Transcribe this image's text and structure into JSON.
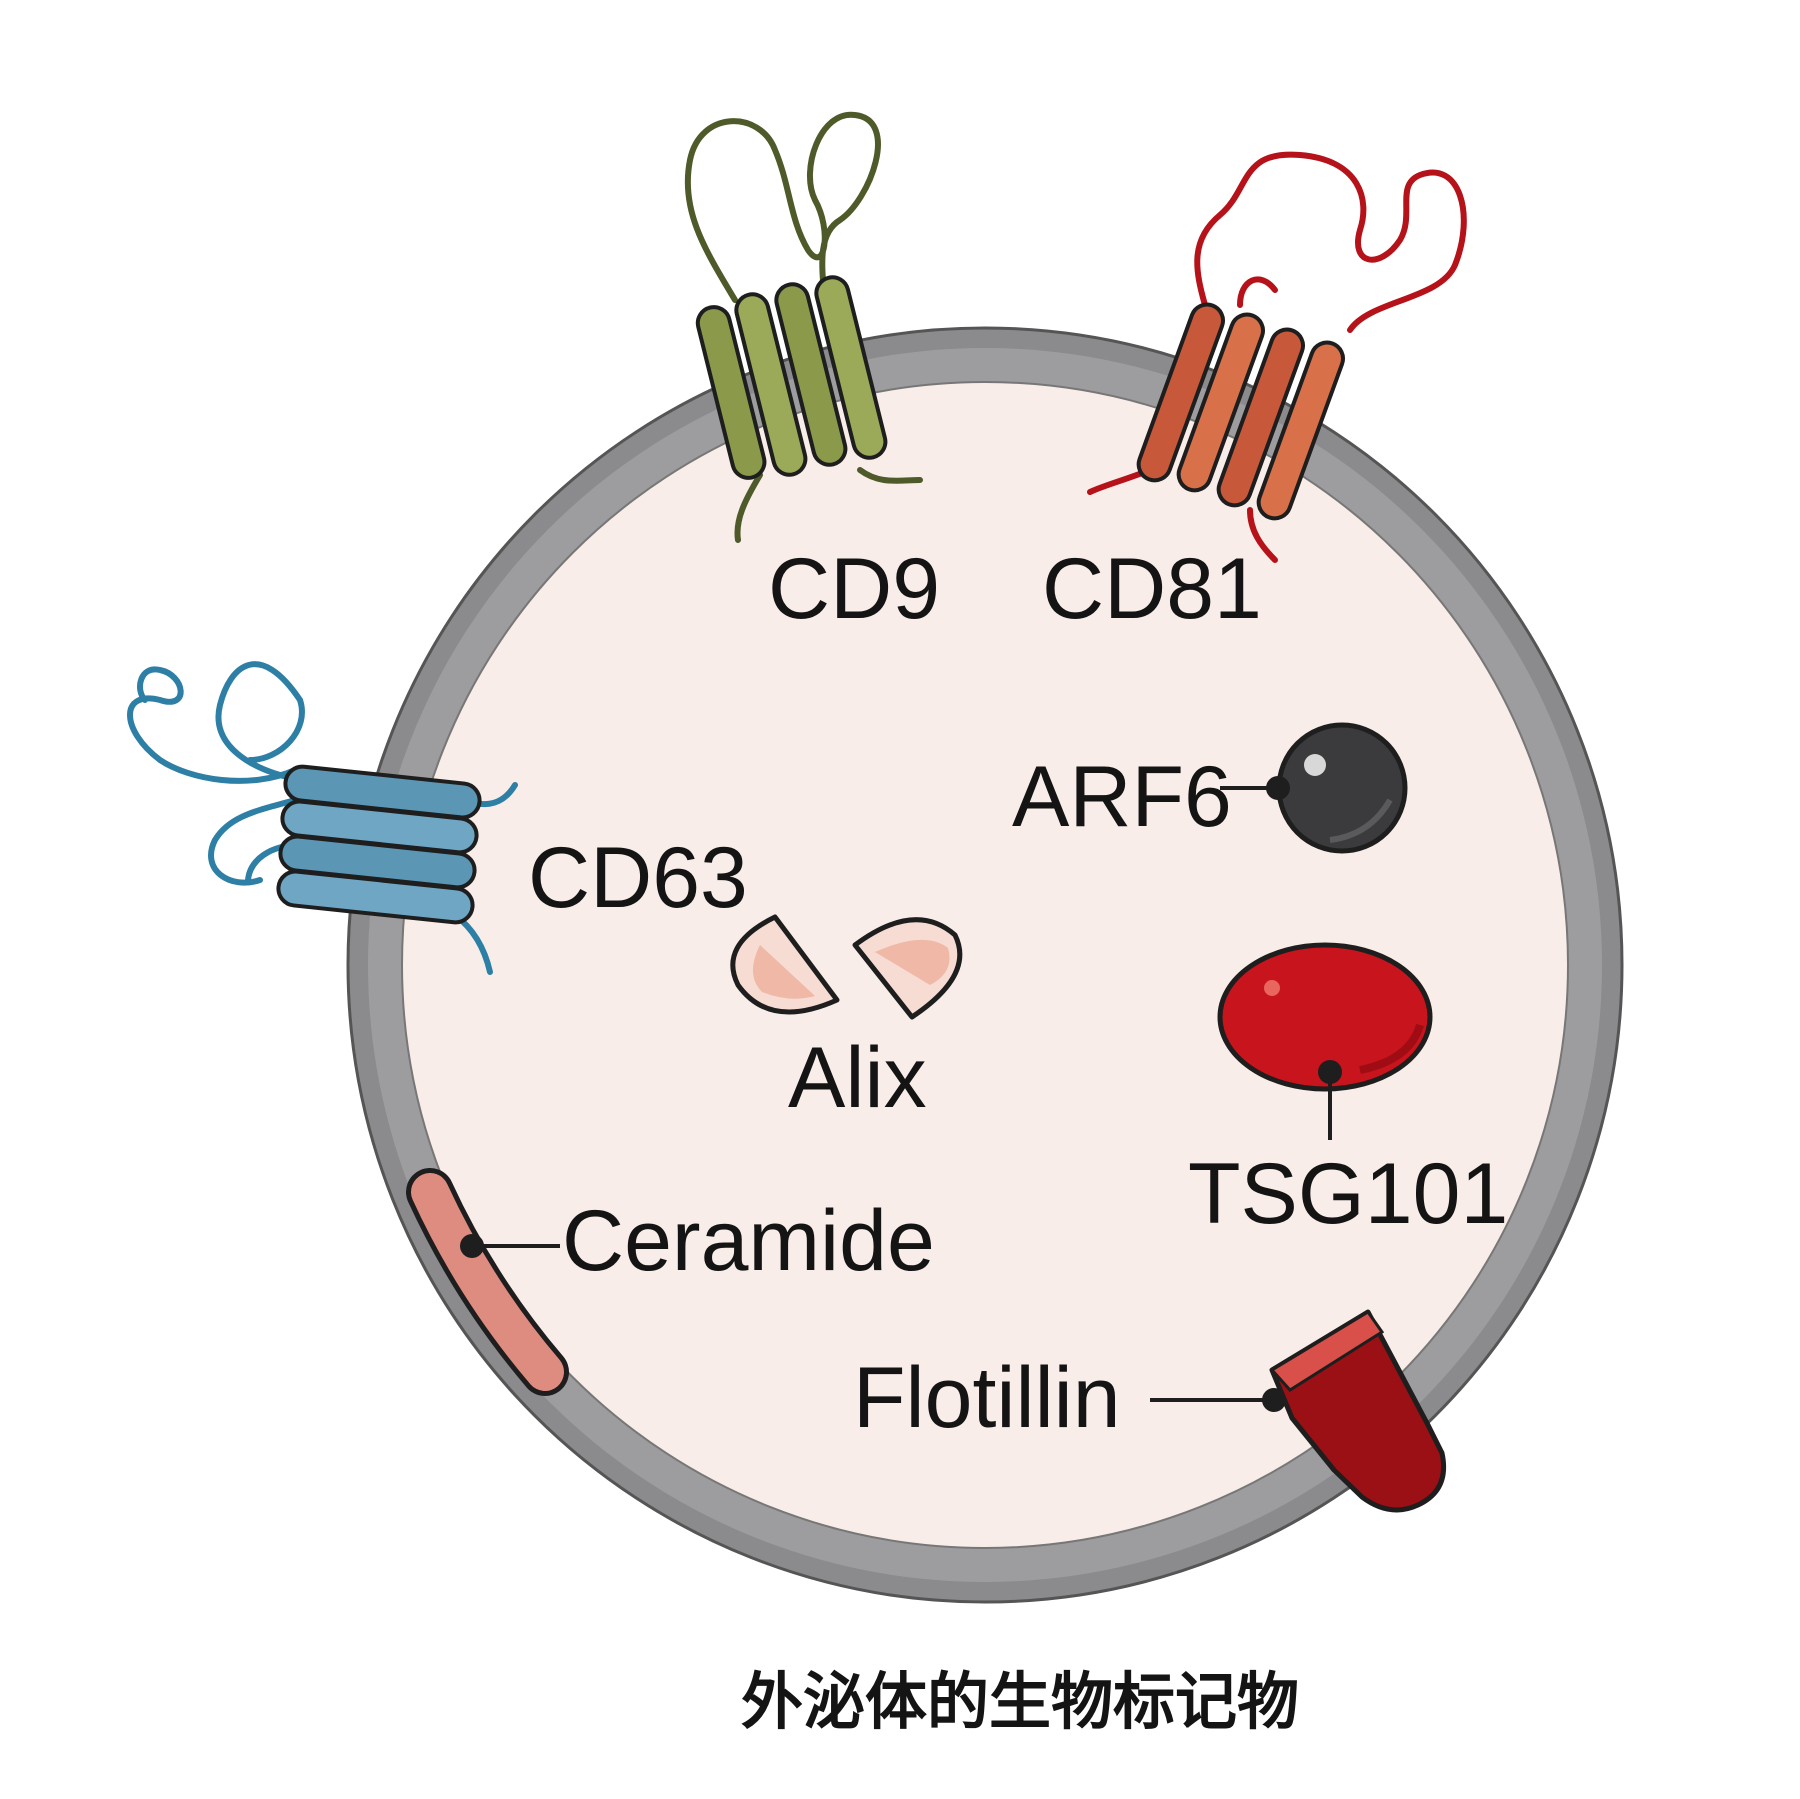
{
  "caption": "外泌体的生物标记物",
  "markers": {
    "cd9": "CD9",
    "cd81": "CD81",
    "cd63": "CD63",
    "arf6": "ARF6",
    "alix": "Alix",
    "tsg101": "TSG101",
    "ceramide": "Ceramide",
    "flotillin": "Flotillin"
  },
  "colors": {
    "membrane": "#8b8b8d",
    "lumen": "#f8ede8",
    "cd9": "#8a9a4a",
    "cd81": "#c8583a",
    "cd63": "#5b96b4",
    "arf6": "#3b3b3d",
    "tsg101": "#c8141c",
    "ceramide": "#df8c80",
    "flotillin": "#9a1014",
    "alix": "#f2c4b6"
  }
}
